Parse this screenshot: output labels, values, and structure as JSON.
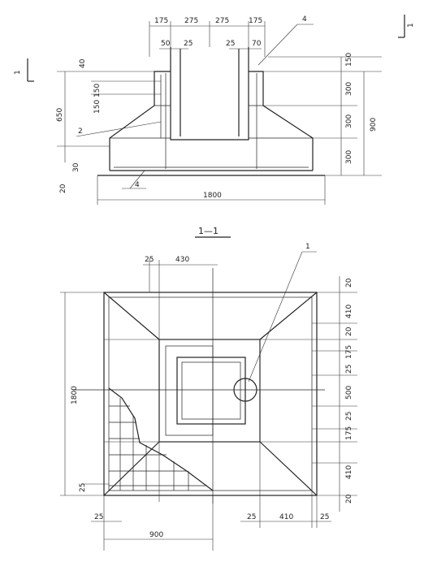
{
  "section": {
    "dims_top": [
      "175",
      "275",
      "275",
      "175"
    ],
    "dims_top_inner": [
      "50",
      "25",
      "25",
      "70"
    ],
    "dims_right": [
      "150",
      "300",
      "300",
      "300"
    ],
    "height_total": "900",
    "width_total": "1800",
    "dims_left": [
      "650",
      "150 150",
      "40"
    ],
    "leader_top": "4",
    "leader_left": "2",
    "leader_bottom": "4",
    "bottom_left_small": [
      "30",
      "20"
    ],
    "cut_mark": "1"
  },
  "section_title": "1—1",
  "plan": {
    "dims_top": [
      "25",
      "430"
    ],
    "dims_right": [
      "20",
      "410",
      "20",
      "175",
      "25",
      "500",
      "25",
      "175",
      "410",
      "20"
    ],
    "height_total": "1800",
    "left_small": "25",
    "dims_bottom_left": [
      "25",
      "900"
    ],
    "dims_bottom_right": [
      "25",
      "410",
      "25"
    ],
    "leader_label": "1"
  }
}
